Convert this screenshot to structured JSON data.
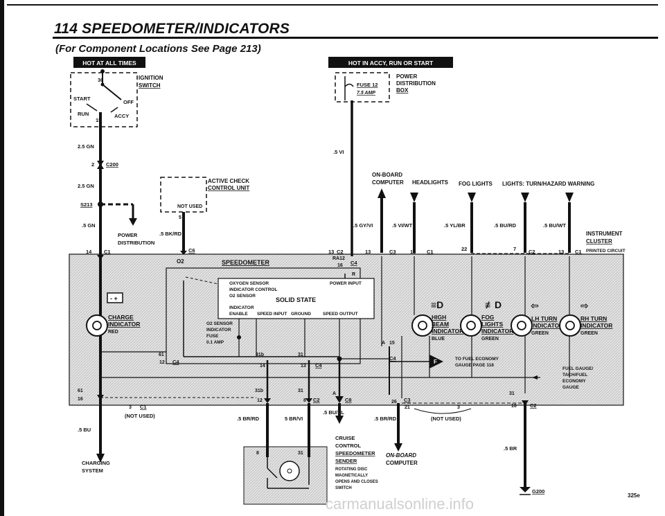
{
  "header": {
    "title": "114  SPEEDOMETER/INDICATORS",
    "subtitle": "(For Component Locations See Page 213)"
  },
  "badges": {
    "hot_at_all_times": "HOT AT ALL TIMES",
    "hot_in_accy": "HOT IN ACCY, RUN OR START"
  },
  "ignition": {
    "label1": "IGNITION",
    "label2": "SWITCH",
    "term30": "30",
    "start": "START",
    "off": "OFF",
    "run": "RUN",
    "term15": "15",
    "accy": "ACCY"
  },
  "fuse_box": {
    "fuse": "FUSE 12",
    "amp": "7.5 AMP",
    "label1": "POWER",
    "label2": "DISTRIBUTION",
    "label3": "BOX",
    "wire": ".5 VI"
  },
  "left_column": {
    "wire1": "2.5 GN",
    "c200_pin": "2",
    "c200": "C200",
    "wire2": "2.5 GN",
    "s213": "S213",
    "wire3": ".5 GN",
    "power_dist1": "POWER",
    "power_dist2": "DISTRIBUTION",
    "c1_pin": "14",
    "c1": "C1"
  },
  "active_check": {
    "label1": "ACTIVE CHECK",
    "label2": "CONTROL UNIT",
    "not_used": "NOT USED",
    "pin": "5",
    "wire": ".5 BK/RD",
    "c6": "C6"
  },
  "top_outputs": {
    "onboard1": "ON-BOARD",
    "onboard2": "COMPUTER",
    "headlights": "HEADLIGHTS",
    "fog": "FOG LIGHTS",
    "lights_turn": "LIGHTS: TURN/HAZARD WARNING",
    "w1": ".5 GY/VI",
    "w2": ".5 VI/WT",
    "w3": ".5 YL/BR",
    "w4": ".5 BU/RD",
    "w5": ".5 BU/WT",
    "p13a": "13",
    "c2a": "C2",
    "p13b": "13",
    "c3": "C3",
    "p12": "12",
    "c1b": "C1",
    "p22": "22",
    "p7": "7",
    "c2b": "C2",
    "p13c": "13",
    "c1c": "C1"
  },
  "cluster": {
    "label1": "INSTRUMENT",
    "label2": "CLUSTER",
    "label3": "PRINTED CIRCUIT"
  },
  "speedometer": {
    "o2": "O2",
    "title": "SPEEDOMETER",
    "ra12": "RA12",
    "p16": "16",
    "c4": "C4",
    "r": "R",
    "o2_sensor": "OXYGEN SENSOR",
    "indicator_control": "INDICATOR CONTROL",
    "o2_sensor2": "O2 SENSOR",
    "power_input": "POWER INPUT",
    "solid_state": "SOLID STATE",
    "indicator": "INDICATOR",
    "enable": "ENABLE",
    "speed_input": "SPEED INPUT",
    "ground": "GROUND",
    "speed_output": "SPEED OUTPUT",
    "sensor_fuse1": "O2 SENSOR",
    "sensor_fuse2": "INDICATOR",
    "sensor_fuse3": "FUSE",
    "sensor_fuse4": "0.1 AMP",
    "p61": "61",
    "p31b": "31b",
    "p31": "31",
    "p12": "12",
    "c4b": "C4",
    "p14": "14",
    "p13": "13",
    "c4c": "C4",
    "pA": "A",
    "p15": "15",
    "c4d": "C4"
  },
  "indicators": {
    "charge1": "CHARGE",
    "charge2": "INDICATOR",
    "charge_color": "RED",
    "high1": "HIGH",
    "high2": "BEAM",
    "high3": "INDICATOR",
    "high_color": "BLUE",
    "fog1": "FOG",
    "fog2": "LIGHTS",
    "fog3": "INDICATOR",
    "fog_color": "GREEN",
    "lh1": "LH TURN",
    "lh2": "INDICATOR",
    "lh_color": "GREEN",
    "rh1": "RH TURN",
    "rh2": "INDICATOR",
    "rh_color": "GREEN"
  },
  "fuel_econ": {
    "line1": "TO FUEL ECONOMY",
    "line2": "GAUGE PAGE 118",
    "gauge1": "FUEL GAUGE/",
    "gauge2": "TACH/FUEL",
    "gauge3": "ECONOMY",
    "gauge4": "GAUGE"
  },
  "bottom": {
    "p61": "61",
    "p16": "16",
    "p3": "3",
    "c1": "C1",
    "not_used1": "(NOT USED)",
    "wire_bu": ".5 BU",
    "charging1": "CHARGING",
    "charging2": "SYSTEM",
    "p31b": "31b",
    "p31": "31",
    "p12": "12",
    "p8": "8",
    "c2": "C2",
    "pA": "A",
    "c8": "C8",
    "w_brrd": ".5 BR/RD",
    "w_brvi": "5 BR/VI",
    "w_buyl": ".5 BU/YL",
    "p26": "26",
    "c3": "C3",
    "p21": "21",
    "p3b": "3",
    "p16b": "16",
    "c2b": "C2",
    "p31c": "31",
    "w_brrd2": ".5 BR/RD",
    "not_used2": "(NOT USED)",
    "w_br": ".5 BR",
    "g200": "G200",
    "page_ref": "325e",
    "p8b": "8",
    "p31d": "31"
  },
  "cruise": {
    "l1": "CRUISE",
    "l2": "CONTROL",
    "l3": "SPEEDOMETER",
    "l4": "SENDER",
    "l5": "ROTATING DISC",
    "l6": "MAGNETICALLY",
    "l7": "OPENS AND CLOSES",
    "l8": "SWITCH"
  },
  "onboard_bottom": {
    "l1": "ON-BOARD",
    "l2": "COMPUTER"
  },
  "watermark": "carmanualsonline.info"
}
